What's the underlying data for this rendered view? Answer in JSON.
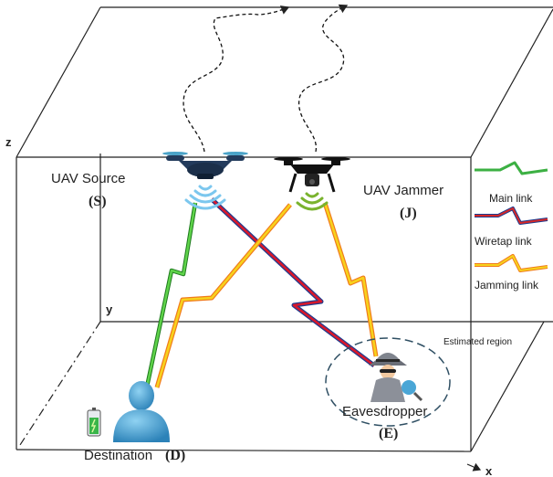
{
  "axes": {
    "z": "z",
    "y": "y",
    "x": "x"
  },
  "uav_source": {
    "label": "UAV Source",
    "symbol": "(S)"
  },
  "uav_jammer": {
    "label": "UAV Jammer",
    "symbol": "(J)"
  },
  "destination": {
    "label": "Destination",
    "symbol": "(D)"
  },
  "eavesdropper": {
    "label": "Eavesdropper",
    "symbol": "(E)"
  },
  "region_label": "Estimated region",
  "legend": {
    "items": [
      {
        "label": "Main link",
        "color": "#3cb043"
      },
      {
        "label": "Wiretap link",
        "color": "#d62828"
      },
      {
        "label": "Jamming link",
        "color": "#f4a21a"
      }
    ]
  },
  "colors": {
    "main_link": "#4cbb3a",
    "wiretap_link": "#d9182b",
    "wiretap_link_outline": "#1d3c8f",
    "jamming_link": "#f7c21c",
    "jamming_link_outline": "#f07b1c",
    "source_body": "#233b5c",
    "jammer_body": "#111111",
    "person": "#4aa6d6",
    "region": "#2f4f63"
  },
  "icons": [
    "drone-icon",
    "signal-waves-icon",
    "person-icon",
    "spy-icon",
    "battery-icon"
  ]
}
